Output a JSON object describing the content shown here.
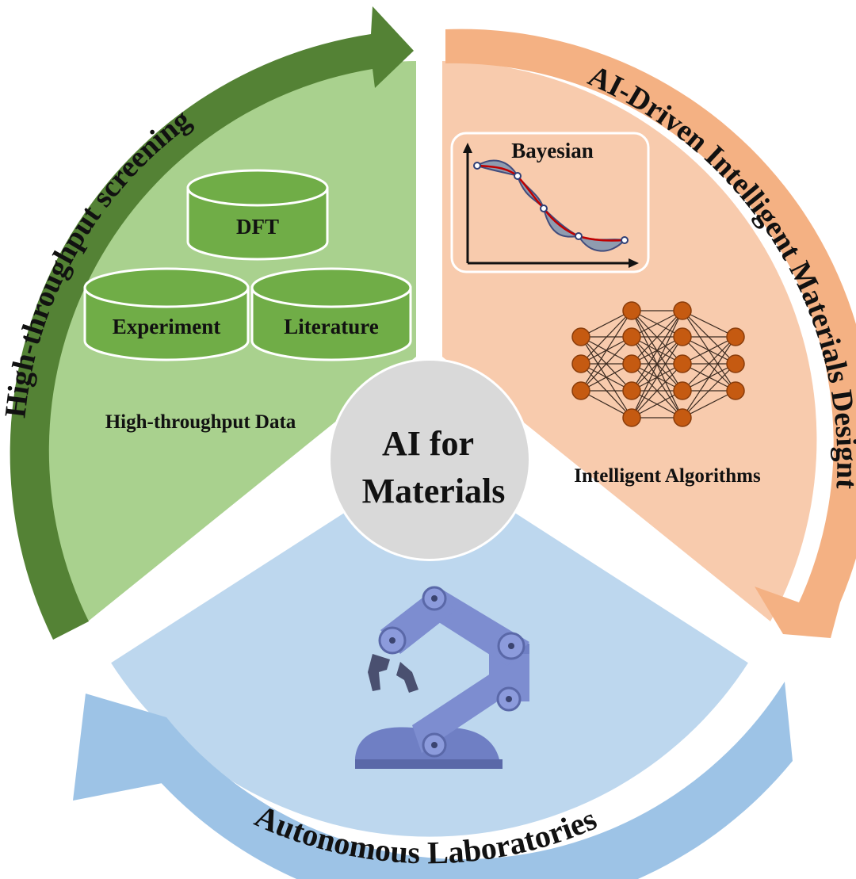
{
  "center": {
    "line1": "AI for",
    "line2": "Materials"
  },
  "segments": {
    "green": {
      "title": "High-throughput screening",
      "databases": [
        "DFT",
        "Experiment",
        "Literature"
      ],
      "caption": "High-throughput Data"
    },
    "orange": {
      "title": "AI-Driven Intelligent Materials Designt",
      "plot_label": "Bayesian",
      "caption": "Intelligent Algorithms"
    },
    "blue": {
      "title": "Autonomous Laboratories"
    }
  },
  "colors": {
    "green_fill": "#a9d18e",
    "green_arrow": "#548235",
    "green_db": "#70ad47",
    "orange_fill": "#f8cbad",
    "orange_arrow": "#f4b183",
    "orange_node": "#c55a11",
    "blue_fill": "#bdd7ee",
    "blue_arrow": "#9dc3e6",
    "robot": "#6f7fc4",
    "center": "#d9d9d9"
  },
  "icons": [
    "database-icon",
    "bayesian-plot-icon",
    "neural-network-icon",
    "robot-arm-icon"
  ]
}
